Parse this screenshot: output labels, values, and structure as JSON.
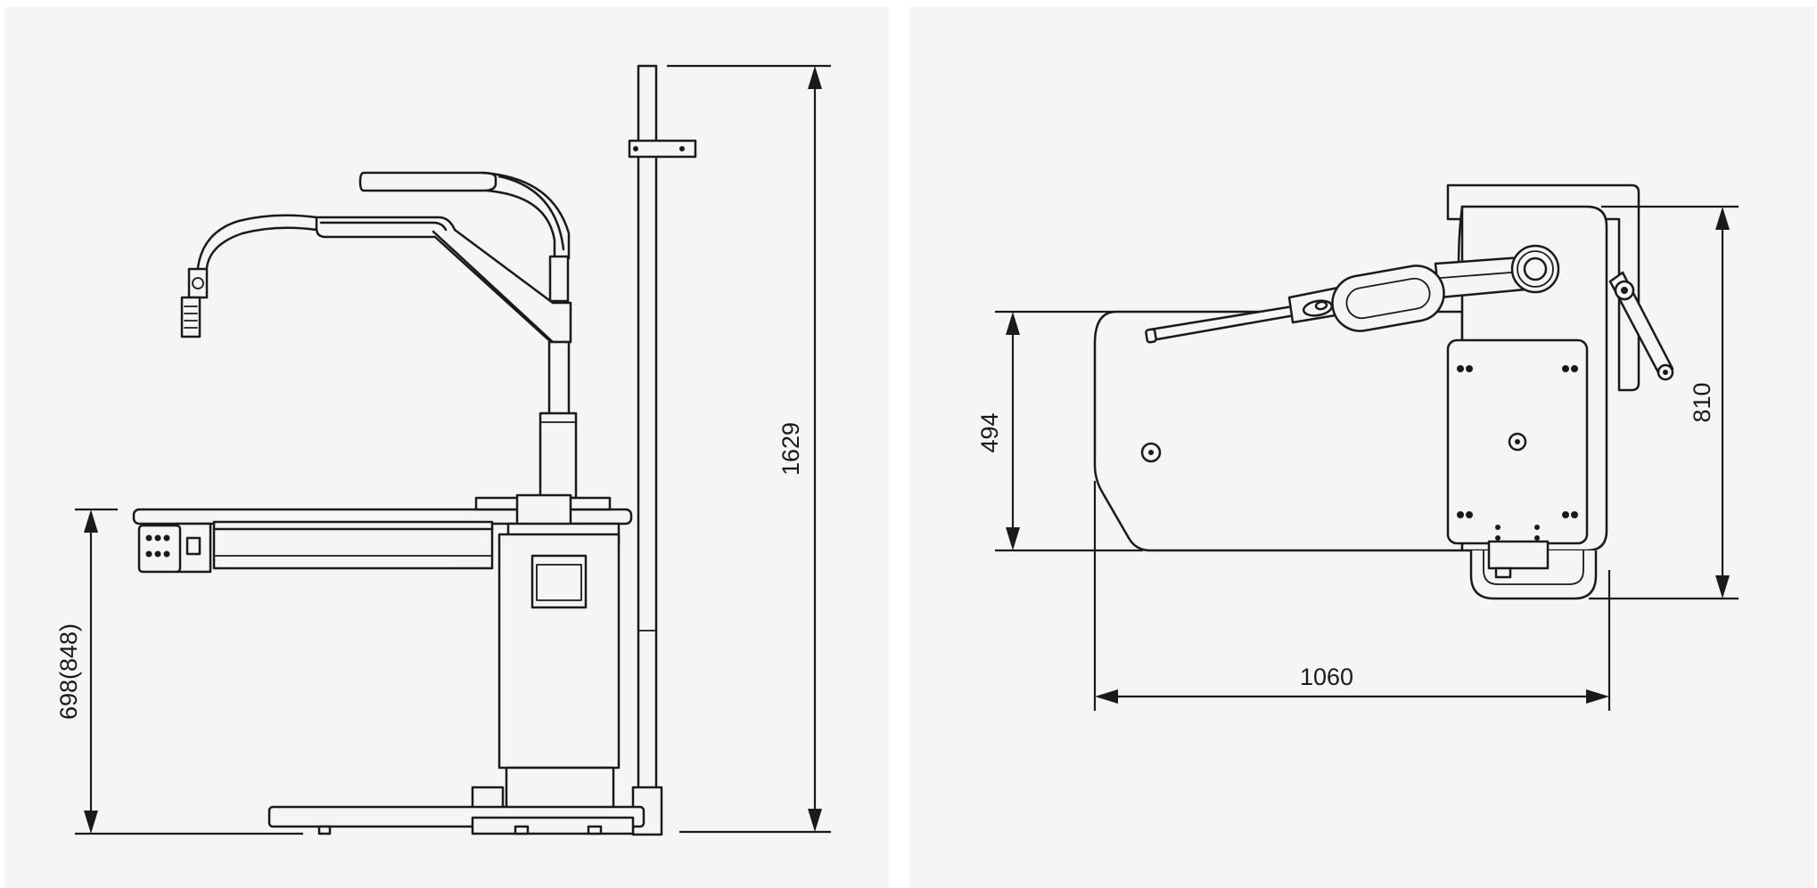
{
  "colors": {
    "page_background": "#ffffff",
    "panel_background": "#f5f5f3",
    "line": "#1a1a1a"
  },
  "side_view": {
    "dimensions": {
      "total_height": "1629",
      "table_height": "698(848)"
    }
  },
  "top_view": {
    "dimensions": {
      "width": "1060",
      "depth": "810",
      "table_depth": "494"
    }
  }
}
